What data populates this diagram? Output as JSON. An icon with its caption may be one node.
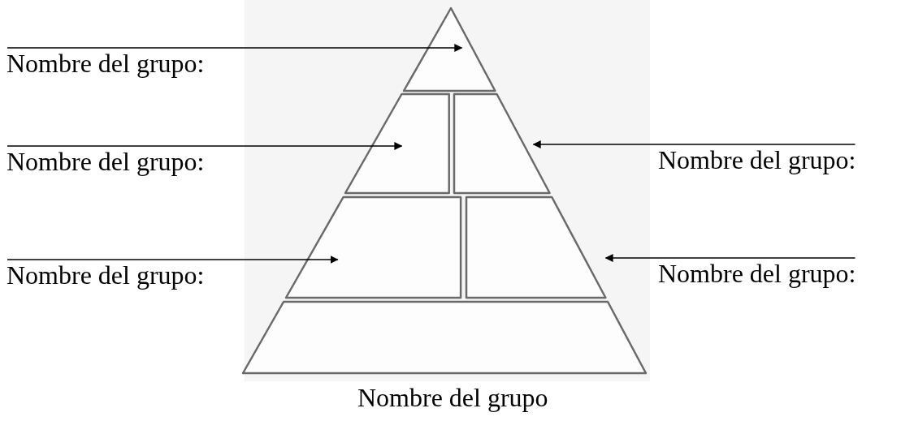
{
  "diagram": {
    "nodes": [
      {
        "text": [
          "Nombre del grupo:"
        ]
      },
      {
        "text": [],
        "shape": "triangle"
      },
      {
        "text": [
          "Nombre del grupo:"
        ]
      },
      {
        "text": [],
        "shape": "trapezoid"
      },
      {
        "text": [],
        "shape": "trapezoid"
      },
      {
        "text": [
          "Nombre del grupo:"
        ]
      },
      {
        "text": [
          "Nombre del grupo:"
        ]
      },
      {
        "text": [],
        "shape": "trapezoid"
      },
      {
        "text": [],
        "shape": "trapezoid"
      },
      {
        "text": [
          "Nombre del grupo:"
        ]
      },
      {
        "text": [],
        "shape": "trapezoid",
        "beside": [
          "Nombre del grupo"
        ]
      }
    ],
    "edges": [
      {
        "from": 0,
        "to": 1,
        "arrow": "to"
      },
      {
        "from": 2,
        "to": 3,
        "arrow": "to"
      },
      {
        "from": 5,
        "to": 4,
        "arrow": "to"
      },
      {
        "from": 6,
        "to": 7,
        "arrow": "to"
      },
      {
        "from": 9,
        "to": 8,
        "arrow": "to"
      }
    ]
  }
}
